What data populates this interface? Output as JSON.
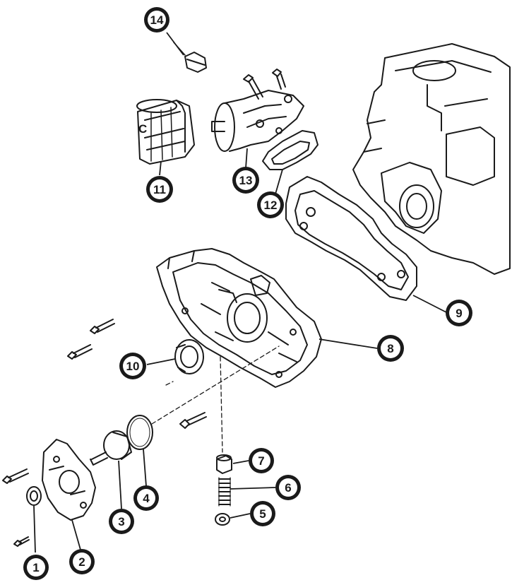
{
  "callouts": [
    "14",
    "11",
    "13",
    "12",
    "10",
    "8",
    "9",
    "7",
    "6",
    "5",
    "4",
    "3",
    "2",
    "1"
  ],
  "colors": {
    "ink": "#1a1a1a",
    "paper": "#ffffff",
    "shade": "#3a3a3a"
  }
}
